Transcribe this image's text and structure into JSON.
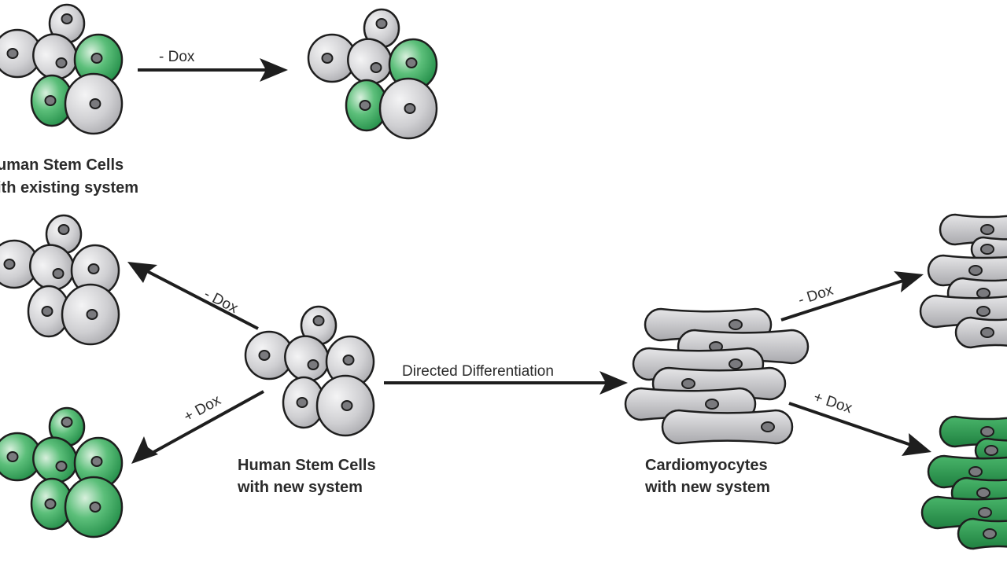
{
  "labels": {
    "stem_existing_line1": "uman Stem Cells",
    "stem_existing_line2": "ith existing system",
    "stem_new_line1": "Human Stem Cells",
    "stem_new_line2": "with new system",
    "cardio_line1": "Cardiomyocytes",
    "cardio_line2": "with new system"
  },
  "arrows": {
    "top_minus_dox": "- Dox",
    "left_minus_dox": "- Dox",
    "left_plus_dox": "+ Dox",
    "directed_differentiation": "Directed Differentiation",
    "right_minus_dox": "- Dox",
    "right_plus_dox": "+ Dox"
  },
  "colors": {
    "gray_cell": "#c9c9cc",
    "green_cell": "#2e9e55",
    "outline": "#1e1e1e",
    "nucleus": "#7a7a7e"
  }
}
